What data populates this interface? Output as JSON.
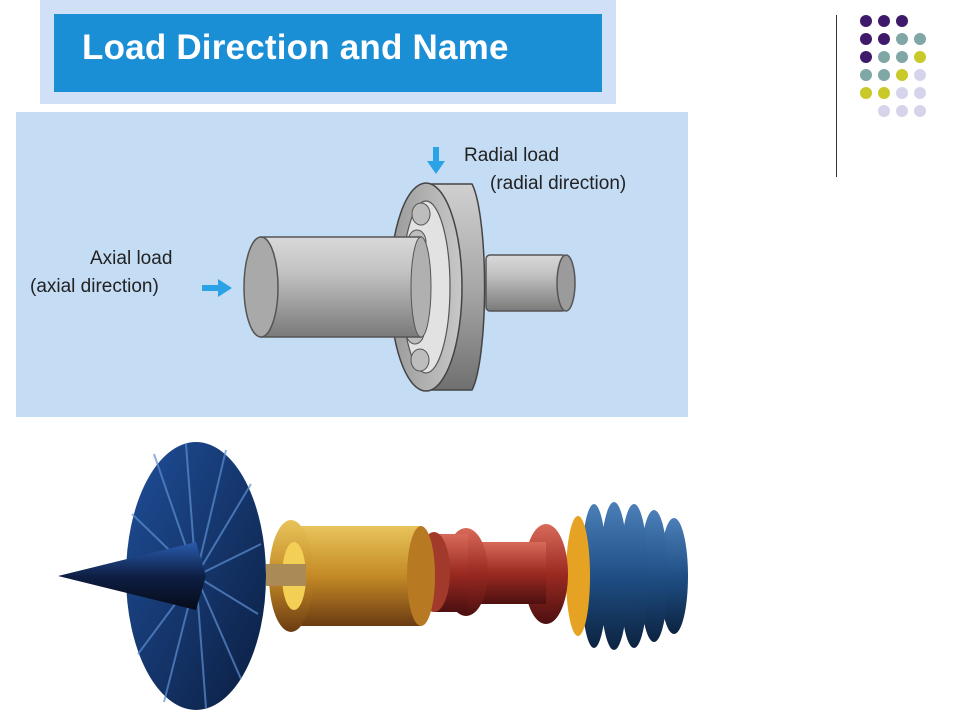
{
  "title": "Load Direction and Name",
  "diagram": {
    "radial_label": "Radial load",
    "radial_sub": "(radial direction)",
    "axial_label": "Axial load",
    "axial_sub": "(axial direction)"
  },
  "colors": {
    "title_bar": "#1b8fd6",
    "title_band": "#cfe0f7",
    "diagram_bg": "#c5dcf5",
    "arrow": "#29a3e6",
    "dot_purple": "#3f1a6b",
    "dot_teal": "#7fa7a5",
    "dot_lime": "#c9c92a",
    "dot_lavender": "#d6d4ea"
  },
  "decoration_dots": [
    [
      "purple",
      "purple",
      "purple",
      "",
      "",
      ""
    ],
    [
      "purple",
      "purple",
      "teal",
      "teal",
      "",
      ""
    ],
    [
      "purple",
      "teal",
      "teal",
      "lime",
      "",
      ""
    ],
    [
      "teal",
      "teal",
      "lime",
      "lavender",
      "",
      ""
    ],
    [
      "lime",
      "lime",
      "lavender",
      "lavender",
      "",
      ""
    ],
    [
      "lavender",
      "lavender",
      "lavender",
      "",
      "",
      ""
    ]
  ]
}
